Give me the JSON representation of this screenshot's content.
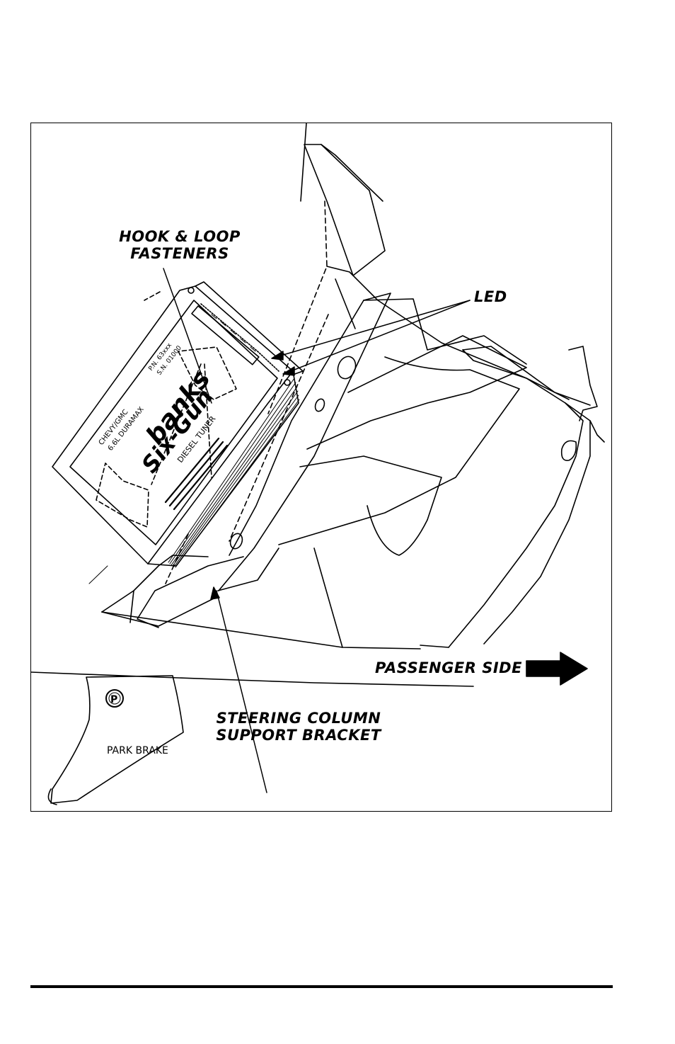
{
  "callouts": {
    "hook_loop_line1": "HOOK & LOOP",
    "hook_loop_line2": "FASTENERS",
    "led": "LED",
    "passenger_side": "PASSENGER SIDE",
    "steering_line1": "STEERING COLUMN",
    "steering_line2": "SUPPORT BRACKET"
  },
  "device": {
    "brand": "banks",
    "product": "Six-Gun",
    "subtitle": "DIESEL TUNER",
    "vehicle_line1": "CHEVY/GMC",
    "vehicle_line2": "6.6L DURAMAX",
    "pn": "P.N. 63xxx",
    "sn": "S.N. 01000"
  },
  "park_brake": {
    "symbol": "P",
    "label": "PARK BRAKE"
  }
}
